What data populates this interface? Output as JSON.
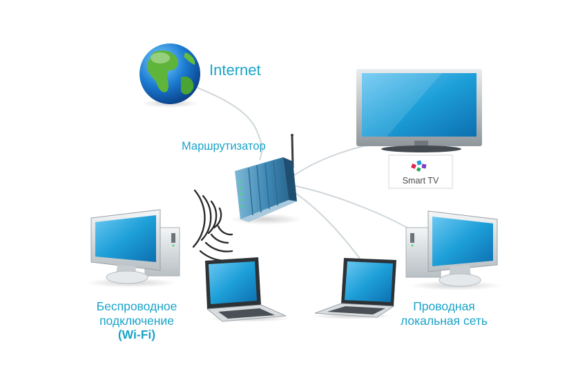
{
  "labels": {
    "internet": "Internet",
    "router": "Маршрутизатор",
    "wireless_line1": "Беспроводное",
    "wireless_line2": "подключение",
    "wireless_line3": "(Wi-Fi)",
    "wired_line1": "Проводная",
    "wired_line2": "локальная сеть",
    "smart_tv": "Smart TV"
  },
  "colors": {
    "label": "#1aa3c9",
    "screen": "#1d9fd8",
    "cable": "#cfd6da",
    "wifi": "#2b2b2b"
  },
  "icons": [
    "globe-icon",
    "router-icon",
    "wifi-signal-icon",
    "tv-icon",
    "smart-tv-logo",
    "desktop-icon",
    "laptop-icon"
  ]
}
